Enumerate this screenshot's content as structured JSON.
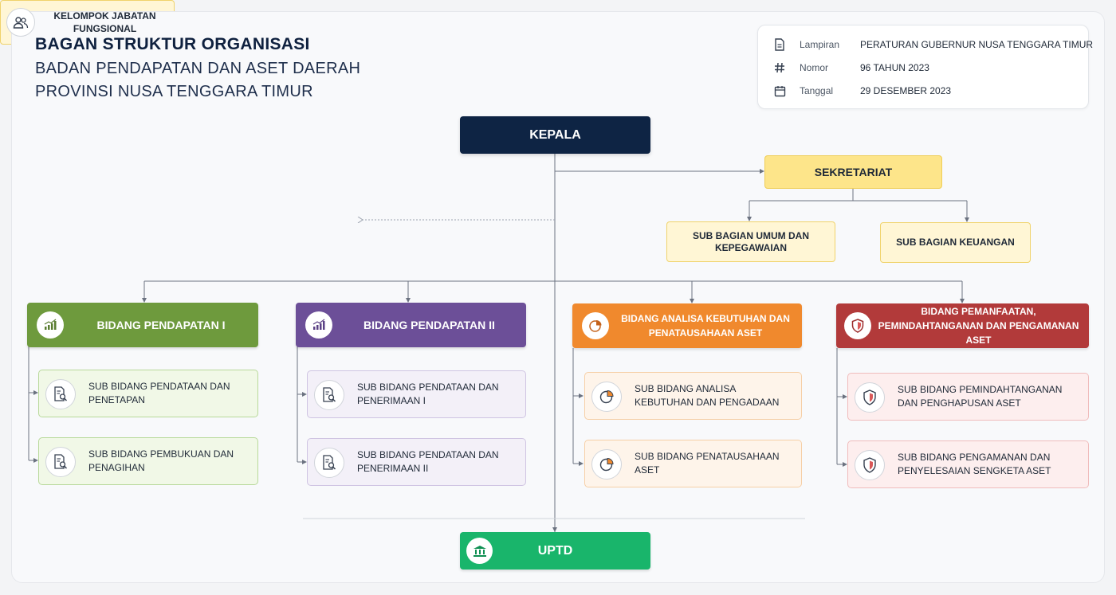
{
  "header": {
    "title": "BAGAN STRUKTUR ORGANISASI",
    "line2": "BADAN PENDAPATAN DAN ASET DAERAH",
    "line3": "PROVINSI NUSA TENGGARA TIMUR"
  },
  "meta": [
    {
      "icon": "document-icon",
      "label": "Lampiran",
      "value": "PERATURAN GUBERNUR NUSA TENGGARA TIMUR"
    },
    {
      "icon": "hash-icon",
      "label": "Nomor",
      "value": "96 TAHUN 2023"
    },
    {
      "icon": "calendar-icon",
      "label": "Tanggal",
      "value": "29 DESEMBER 2023"
    }
  ],
  "kepala": "KEPALA",
  "sekretariat": "SEKRETARIAT",
  "sub_bagian": [
    "SUB BAGIAN UMUM DAN KEPEGAWAIAN",
    "SUB BAGIAN KEUANGAN"
  ],
  "kelompok": "KELOMPOK JABATAN FUNGSIONAL",
  "bidang": [
    {
      "title": "BIDANG PENDAPATAN I",
      "color": "#6e9a3d",
      "subs": [
        "SUB BIDANG PENDATAAN DAN PENETAPAN",
        "SUB BIDANG PEMBUKUAN DAN PENAGIHAN"
      ]
    },
    {
      "title": "BIDANG PENDAPATAN II",
      "color": "#6c4f98",
      "subs": [
        "SUB BIDANG PENDATAAN DAN PENERIMAAN I",
        "SUB BIDANG PENDATAAN DAN PENERIMAAN II"
      ]
    },
    {
      "title": "BIDANG ANALISA KEBUTUHAN DAN PENATAUSAHAAN ASET",
      "color": "#f0892d",
      "subs": [
        "SUB BIDANG ANALISA KEBUTUHAN DAN PENGADAAN",
        "SUB BIDANG PENATAUSAHAAN ASET"
      ]
    },
    {
      "title": "BIDANG PEMANFAATAN, PEMINDAHTANGANAN DAN PENGAMANAN ASET",
      "color": "#b23a3a",
      "subs": [
        "SUB BIDANG PEMINDAHTANGANAN DAN PENGHAPUSAN ASET",
        "SUB BIDANG PENGAMANAN DAN PENYELESAIAN SENGKETA ASET"
      ]
    }
  ],
  "uptd": "UPTD"
}
